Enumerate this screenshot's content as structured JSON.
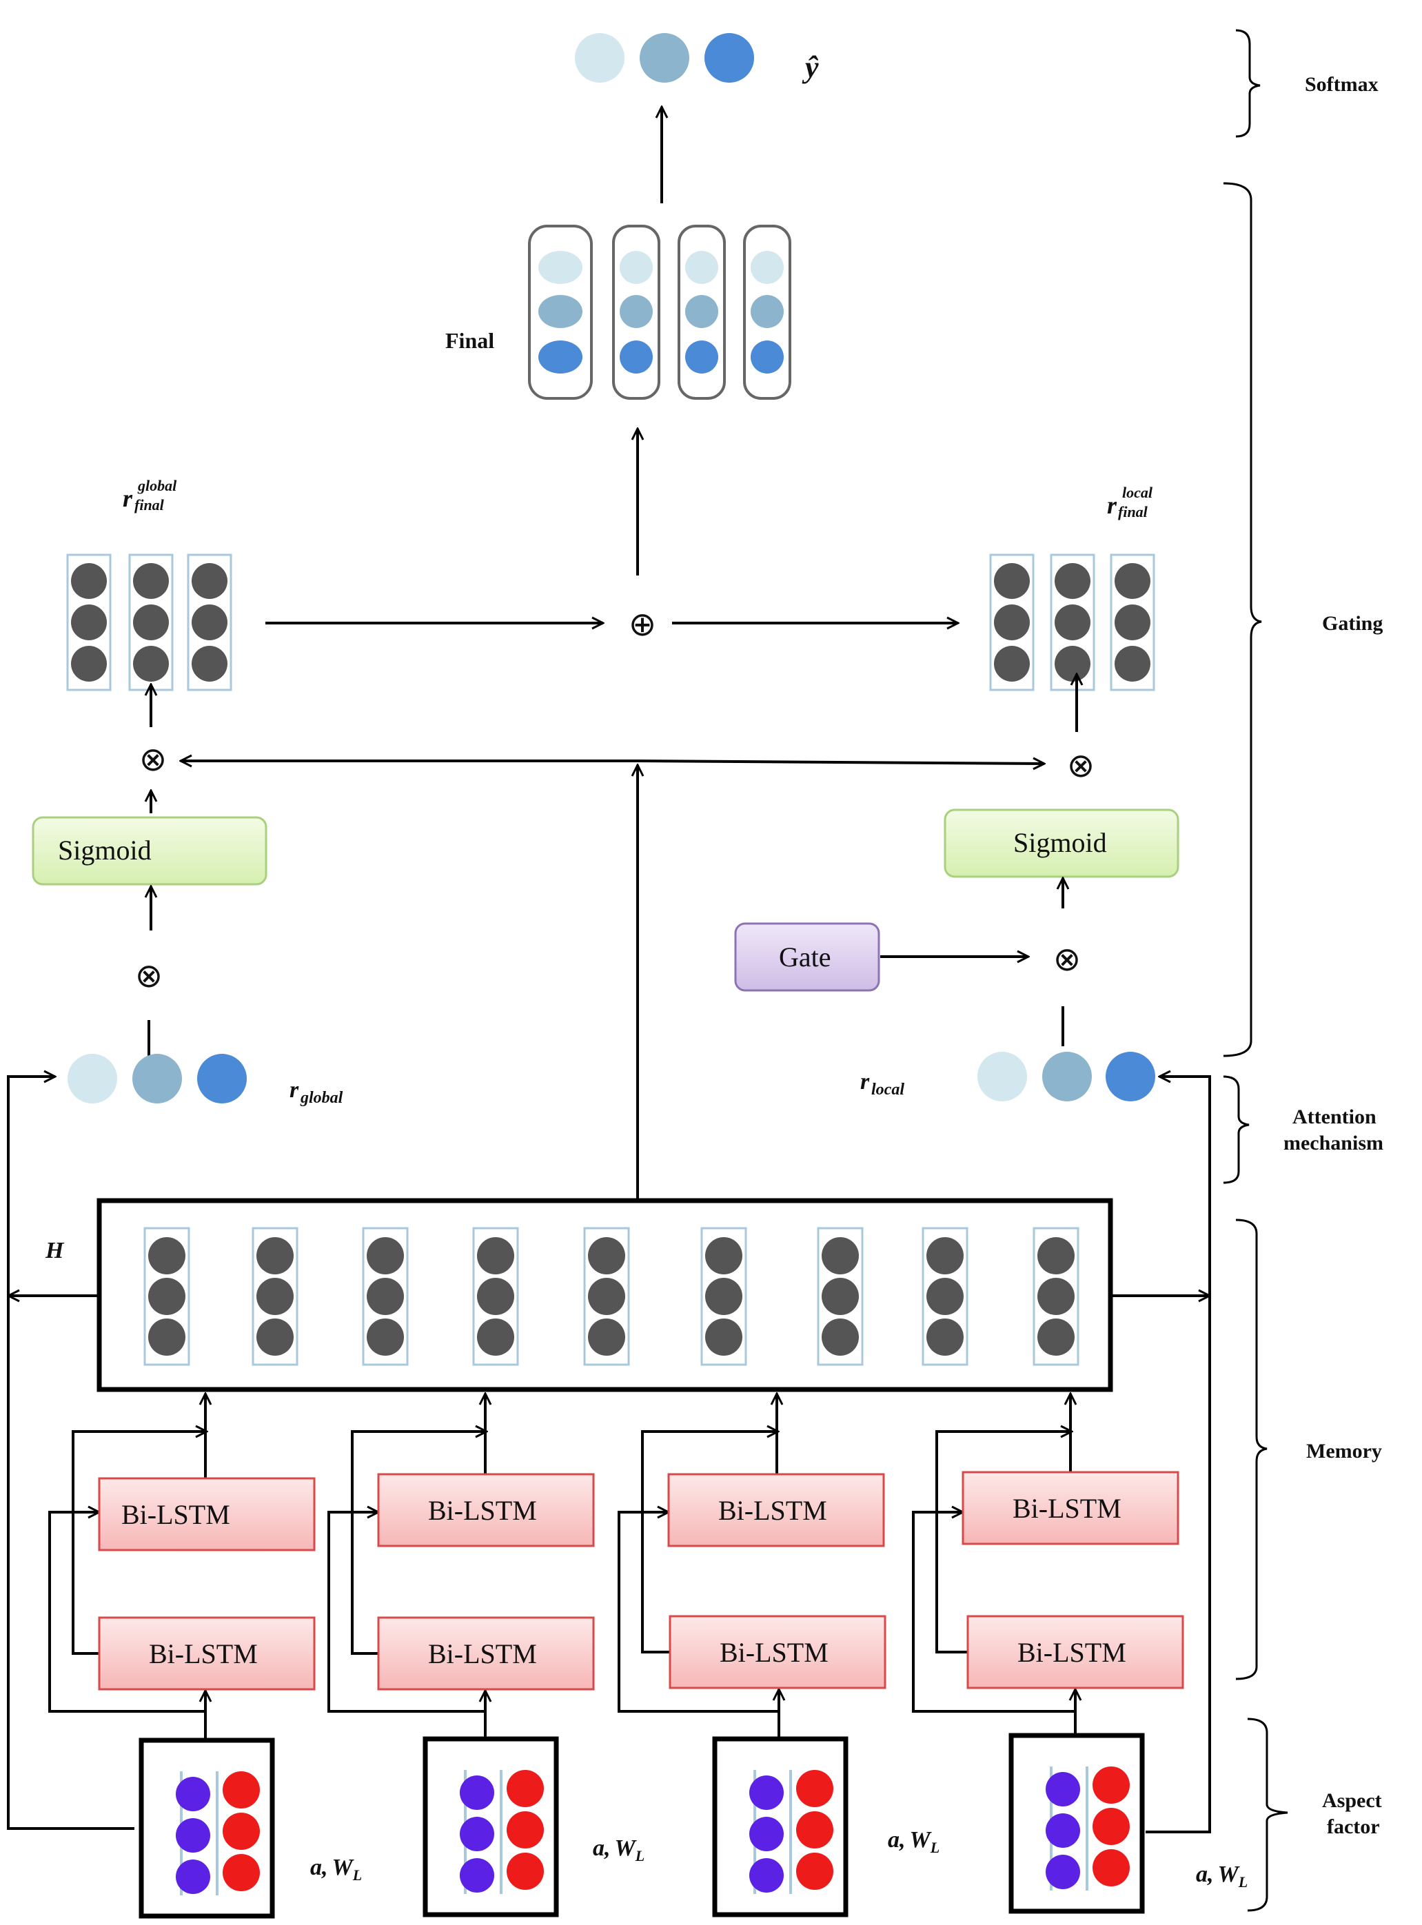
{
  "sections": {
    "softmax": "Softmax",
    "gating": "Gating",
    "attention_line1": "Attention",
    "attention_line2": "mechanism",
    "memory": "Memory",
    "aspect_line1": "Aspect",
    "aspect_line2": "factor"
  },
  "labels": {
    "y_hat": "ŷ",
    "final": "Final",
    "r_final_global_base": "r",
    "r_final_global_sup": "global",
    "r_final_global_sub": "final",
    "r_final_local_base": "r",
    "r_final_local_sup": "local",
    "r_final_local_sub": "final",
    "r_global_base": "r",
    "r_global_sub": "global",
    "r_local_base": "r",
    "r_local_sub": "local",
    "H": "H",
    "input_a": "a,",
    "input_W": "W",
    "input_L": "L"
  },
  "operators": {
    "oplus": "⊕",
    "otimes": "⊗"
  },
  "boxes": {
    "sigmoid": "Sigmoid",
    "gate": "Gate",
    "bilstm": "Bi-LSTM"
  },
  "colors": {
    "light_blue": "#d3e7ef",
    "mid_blue": "#8cb4cc",
    "strong_blue": "#4a8ad6",
    "dark_gray": "#555555",
    "purple_dot": "#5b22e6",
    "red_dot": "#ee1b1b",
    "sigmoid_fill": "#e4f6c3",
    "sigmoid_border": "#a9d07c",
    "gate_fill": "#e3d4f2",
    "gate_border": "#8c73b5",
    "bilstm_fill": "#fcd2d2",
    "bilstm_border": "#d84a4a"
  }
}
